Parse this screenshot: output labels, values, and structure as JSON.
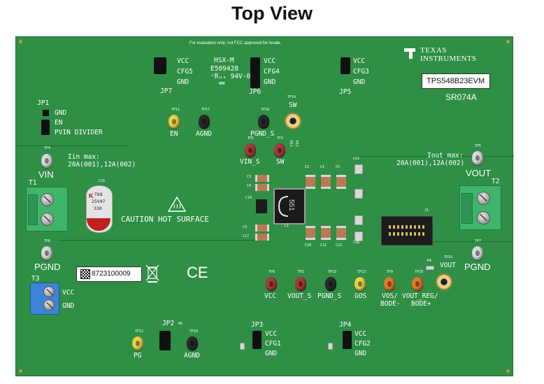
{
  "title": "Top View",
  "board": {
    "disclaimer": "For evaluation only; not FCC approved for resale.",
    "ul_lines": [
      "HSX-M",
      "E509428",
      "ᶜRᵤₛ 94V-0"
    ],
    "logo_line1": "TEXAS",
    "logo_line2": "INSTRUMENTS",
    "part_number": "TPS548B23EVM",
    "revision": "SR074A",
    "serial_number": "8723100009",
    "caution_text": "CAUTION HOT SURFACE",
    "ce_mark": "CE",
    "iin_text_line1": "Iin max:",
    "iin_text_line2": "20A(001),12A(002)",
    "iout_text_line1": "Iout max:",
    "iout_text_line2": "20A(001),12A(002)",
    "inductor_marking": "551",
    "electrolytic_marking": [
      "K",
      "T68",
      "25V47",
      "330"
    ],
    "jumpers": {
      "jp1": {
        "ref": "JP1",
        "pins": [
          "GND",
          "EN",
          "PVIN DIVIDER"
        ]
      },
      "jp7": {
        "ref": "JP7",
        "pins": [
          "VCC",
          "CFG5",
          "GND"
        ]
      },
      "jp6": {
        "ref": "JP6",
        "pins": [
          "VCC",
          "CFG4",
          "GND"
        ]
      },
      "jp5": {
        "ref": "JP5",
        "pins": [
          "VCC",
          "CFG3",
          "GND"
        ]
      },
      "jp2": {
        "ref": "JP2"
      },
      "jp3": {
        "ref": "JP3",
        "pins": [
          "VCC",
          "CFG1",
          "GND"
        ]
      },
      "jp4": {
        "ref": "JP4",
        "pins": [
          "VCC",
          "CFG2",
          "GND"
        ]
      }
    },
    "test_points": {
      "tp4": {
        "ref": "TP4",
        "label": "VIN"
      },
      "tp6": {
        "ref": "TP6",
        "label": "PGND"
      },
      "tp5": {
        "ref": "TP5",
        "label": "VOUT"
      },
      "tp7": {
        "ref": "TP7",
        "label": "PGND"
      },
      "tp11": {
        "ref": "TP11",
        "label": "EN"
      },
      "tp17": {
        "ref": "TP17",
        "label": "AGND"
      },
      "tp18": {
        "ref": "TP18",
        "label": "PGND_S"
      },
      "tp14": {
        "ref": "TP14",
        "label": "SW"
      },
      "tp1": {
        "ref": "TP1",
        "label": "VIN_S"
      },
      "tp3": {
        "ref": "TP3",
        "label": "SW"
      },
      "tp8": {
        "ref": "TP8",
        "label": "VCC"
      },
      "tp2": {
        "ref": "TP2",
        "label": "VOUT_S"
      },
      "tp19": {
        "ref": "TP19",
        "label": "PGND_S"
      },
      "tp13": {
        "ref": "TP13",
        "label": "GOS"
      },
      "tp9": {
        "ref": "TP9",
        "label": "VOS/",
        "label2": "BODE-"
      },
      "tp10": {
        "ref": "TP10",
        "label": "VOUT_REG/",
        "label2": "BODE+"
      },
      "tp15": {
        "ref": "TP15",
        "label": "VOUT"
      },
      "tp12": {
        "ref": "TP12",
        "label": "PG"
      },
      "tp16": {
        "ref": "TP16",
        "label": "AGND"
      }
    },
    "terminals": {
      "t1": {
        "ref": "T1"
      },
      "t2": {
        "ref": "T2"
      },
      "t3": {
        "ref": "T3",
        "pins": [
          "VCC",
          "GND"
        ]
      }
    },
    "designators": {
      "c1": "C1",
      "c2": "C2",
      "c3": "C3",
      "c4": "C4",
      "c5": "C5",
      "c9": "C9",
      "c12": "C12",
      "c14": "C14",
      "c16": "C16",
      "c17": "C17",
      "c20": "C20",
      "c21": "C21",
      "c22": "C22",
      "c26": "C26",
      "l1": "L1",
      "j1": "J1",
      "r11": "R11",
      "r12": "R12",
      "r4": "R4",
      "r6": "R6"
    },
    "colors": {
      "board": "#2e8f45",
      "silkscreen": "#ffffff",
      "terminal_green": "#3fb56a",
      "terminal_blue": "#3c84d6",
      "tp_red": "#a93a3a",
      "tp_yellow": "#e9d24a",
      "tp_orange": "#e57a2a",
      "tp_black": "#2a2a2a"
    }
  }
}
